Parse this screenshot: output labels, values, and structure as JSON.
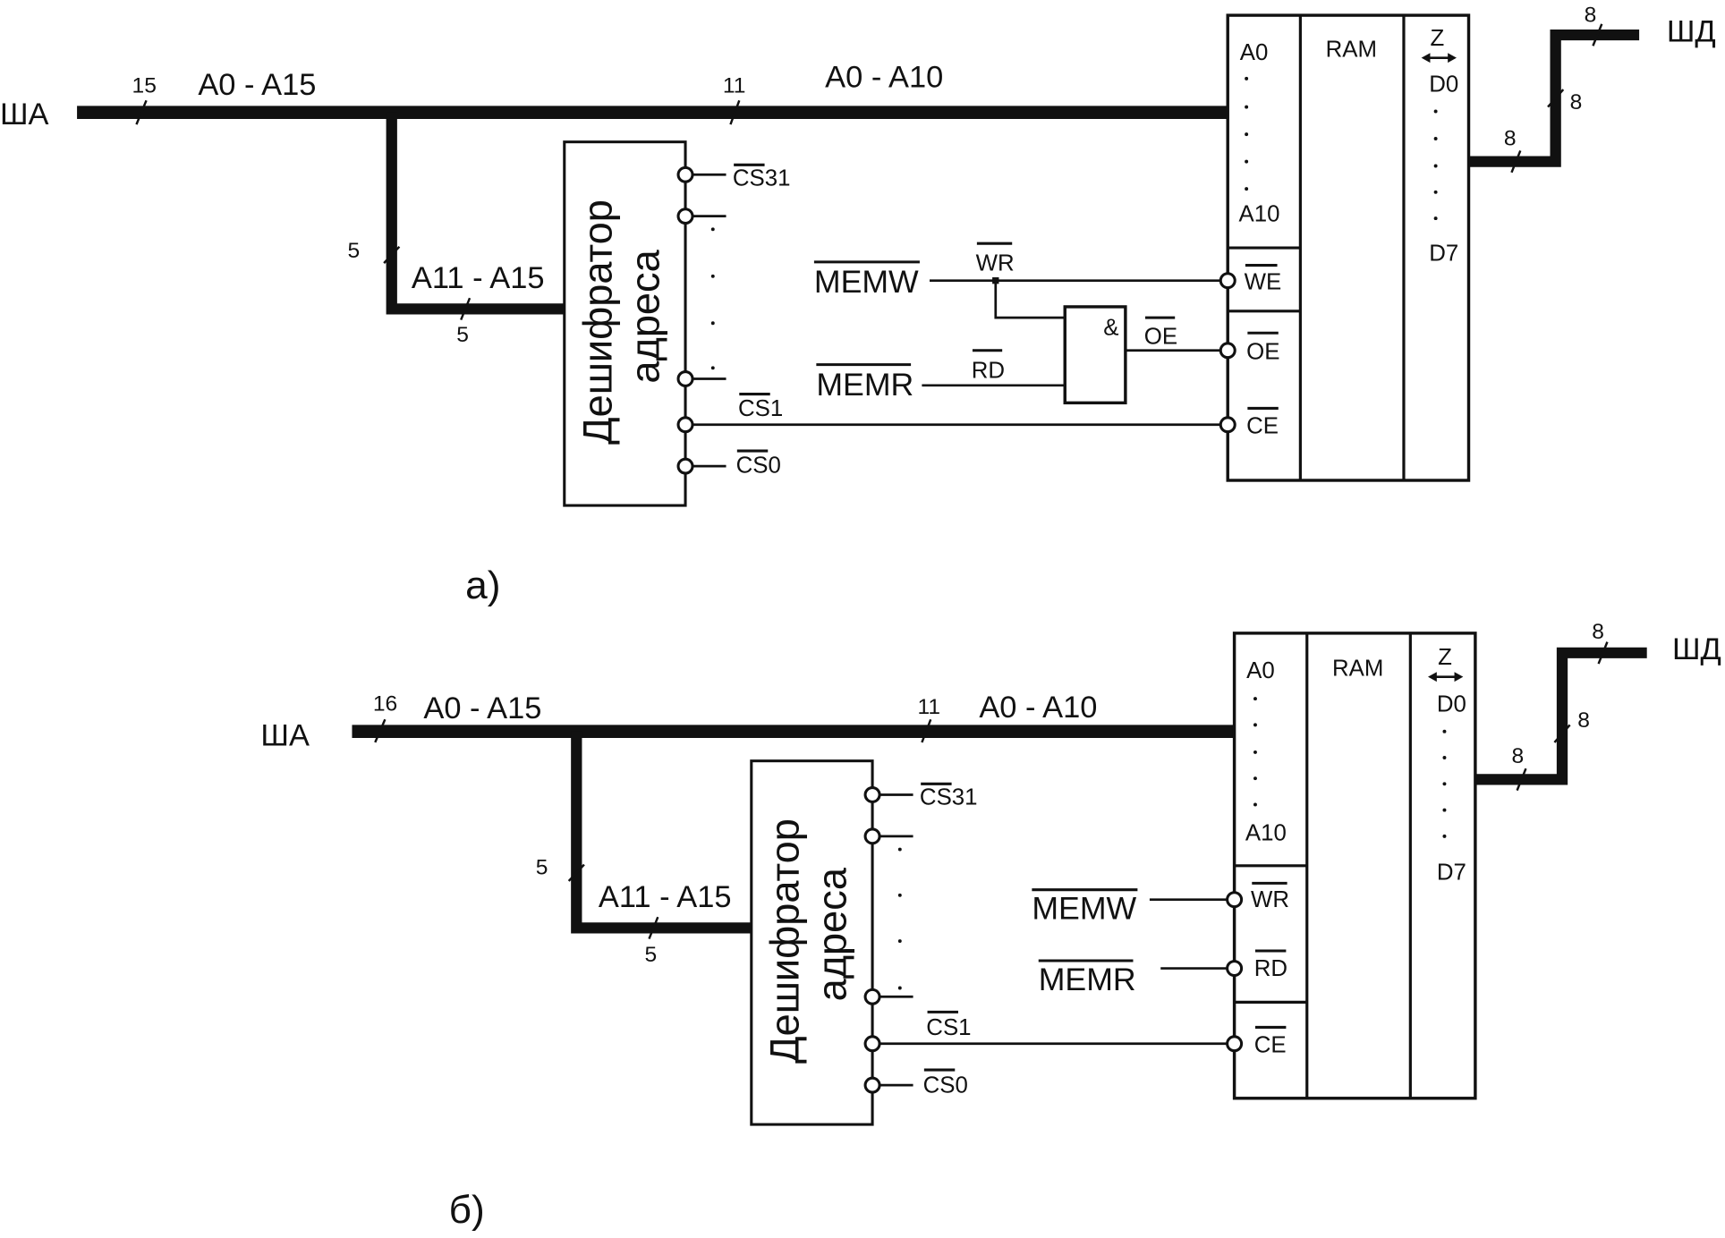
{
  "diagram_a": {
    "caption": "а)",
    "address_bus": {
      "label": "ША",
      "width": "15",
      "signals": "A0 - A15"
    },
    "ram_address_bus": {
      "width": "11",
      "signals": "A0 - A10"
    },
    "decoder_bus": {
      "width_vertical": "5",
      "signals": "A11 - A15",
      "width_horizontal": "5"
    },
    "decoder": {
      "title_line1": "Дешифратор",
      "title_line2": "адреса",
      "cs31": "CS31",
      "cs1": "CS1",
      "cs0": "CS0"
    },
    "control": {
      "memw": "MEMW",
      "wr": "WR",
      "memr": "MEMR",
      "rd": "RD",
      "and_gate": "&",
      "gate_output": "OE"
    },
    "ram": {
      "title": "RAM",
      "addr_first": "A0",
      "addr_last": "A10",
      "we": "WE",
      "oe": "OE",
      "ce": "CE",
      "z_state": "Z",
      "data_first": "D0",
      "data_last": "D7"
    },
    "data_bus": {
      "label": "ШД",
      "width_ram_side": "8",
      "width_vertical": "8",
      "width_bus_side": "8"
    }
  },
  "diagram_b": {
    "caption": "б)",
    "address_bus": {
      "label": "ША",
      "width": "16",
      "signals": "A0 - A15"
    },
    "ram_address_bus": {
      "width": "11",
      "signals": "A0 - A10"
    },
    "decoder_bus": {
      "width_vertical": "5",
      "signals": "A11 - A15",
      "width_horizontal": "5"
    },
    "decoder": {
      "title_line1": "Дешифратор",
      "title_line2": "адреса",
      "cs31": "CS31",
      "cs1": "CS1",
      "cs0": "CS0"
    },
    "control": {
      "memw": "MEMW",
      "memr": "MEMR"
    },
    "ram": {
      "title": "RAM",
      "addr_first": "A0",
      "addr_last": "A10",
      "wr": "WR",
      "rd": "RD",
      "ce": "CE",
      "z_state": "Z",
      "data_first": "D0",
      "data_last": "D7"
    },
    "data_bus": {
      "label": "ШД",
      "width_ram_side": "8",
      "width_vertical": "8",
      "width_bus_side": "8"
    }
  }
}
